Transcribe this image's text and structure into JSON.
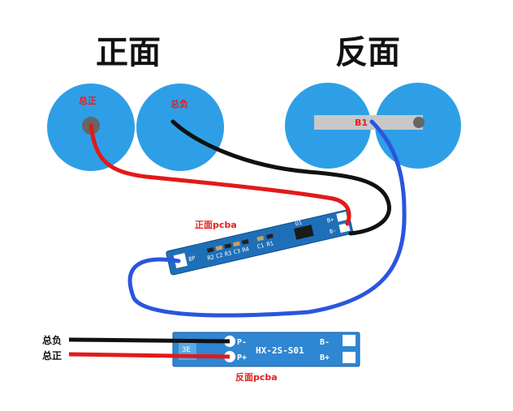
{
  "headings": {
    "front": "正面",
    "back": "反面"
  },
  "cells": {
    "total_positive": "总正",
    "total_negative": "总负",
    "link": "B1"
  },
  "front_pcba": {
    "caption": "正面pcba",
    "terminal_top": "B+",
    "terminal_bottom": "B-",
    "left_terminal": "8P",
    "components": [
      "R2",
      "C2",
      "R3",
      "C3",
      "R4",
      "C1",
      "R1",
      "U1"
    ]
  },
  "back_pcba": {
    "caption": "反面pcba",
    "model": "HX-2S-S01",
    "pad_top": "P-",
    "pad_bottom": "P+",
    "side_top": "B-",
    "side_bottom": "B+",
    "left_mark": "3E"
  },
  "leads": {
    "negative": "总负",
    "positive": "总正"
  },
  "colors": {
    "cell_blue": "#2e9fe6",
    "board_blue": "#1f6fb8",
    "wire_red": "#e21a1a",
    "wire_black": "#111111",
    "wire_blue": "#2a55e0",
    "label_red": "#e02020"
  }
}
